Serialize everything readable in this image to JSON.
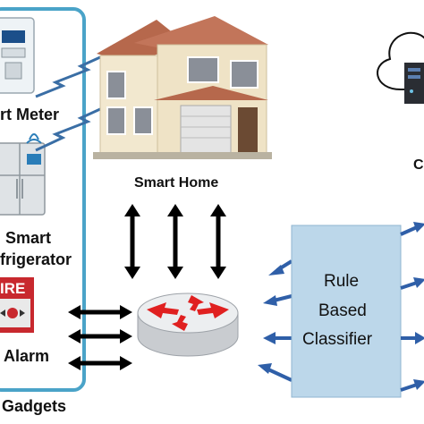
{
  "gadgets_panel": {
    "title": "Gadgets",
    "items": [
      {
        "label": "rt Meter"
      },
      {
        "label_line1": "Smart",
        "label_line2": "frigerator"
      },
      {
        "label": "Alarm",
        "sign_text": "IRE"
      }
    ]
  },
  "house": {
    "label": "Smart Home"
  },
  "classifier": {
    "line1": "Rule",
    "line2": "Based",
    "line3": "Classifier"
  },
  "cloud": {
    "label": "C"
  },
  "colors": {
    "panel_border": "#4aa3c8",
    "classifier_fill": "#bcd7ea",
    "blue_arrow": "#2f5fa8",
    "router_arrow": "#e02020"
  }
}
